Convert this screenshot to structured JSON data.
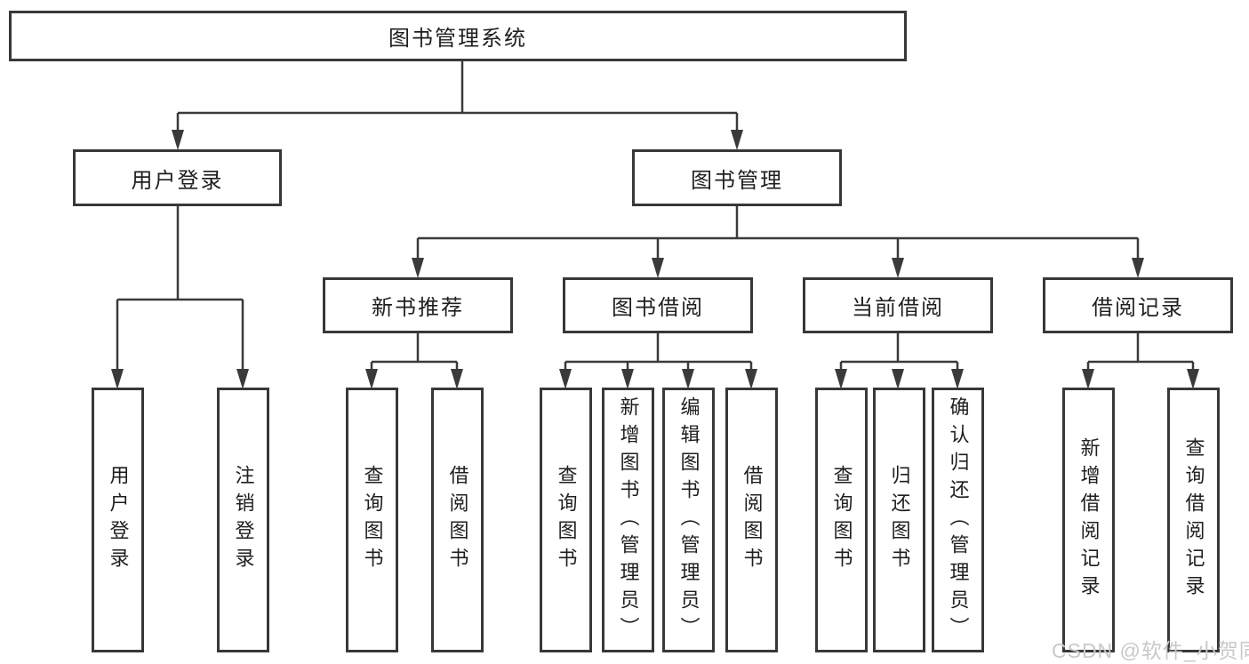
{
  "diagram": {
    "root": {
      "label": "图书管理系统"
    },
    "branches": [
      {
        "label": "用户登录",
        "children": [
          {
            "label": "用户登录"
          },
          {
            "label": "注销登录"
          }
        ]
      },
      {
        "label": "图书管理",
        "children": [
          {
            "label": "新书推荐",
            "children": [
              {
                "label": "查询图书"
              },
              {
                "label": "借阅图书"
              }
            ]
          },
          {
            "label": "图书借阅",
            "children": [
              {
                "label": "查询图书"
              },
              {
                "label": "新增图书（管理员）"
              },
              {
                "label": "编辑图书（管理员）"
              },
              {
                "label": "借阅图书"
              }
            ]
          },
          {
            "label": "当前借阅",
            "children": [
              {
                "label": "查询图书"
              },
              {
                "label": "归还图书"
              },
              {
                "label": "确认归还（管理员）"
              }
            ]
          },
          {
            "label": "借阅记录",
            "children": [
              {
                "label": "新增借阅记录"
              },
              {
                "label": "查询借阅记录"
              }
            ]
          }
        ]
      }
    ]
  },
  "watermark": {
    "text": "CSDN @软件_小贺同学"
  },
  "colors": {
    "line": "#3a3a3a",
    "box_border": "#383838",
    "text": "#1f1f1f",
    "watermark": "#c9c9c9",
    "background": "#ffffff"
  }
}
